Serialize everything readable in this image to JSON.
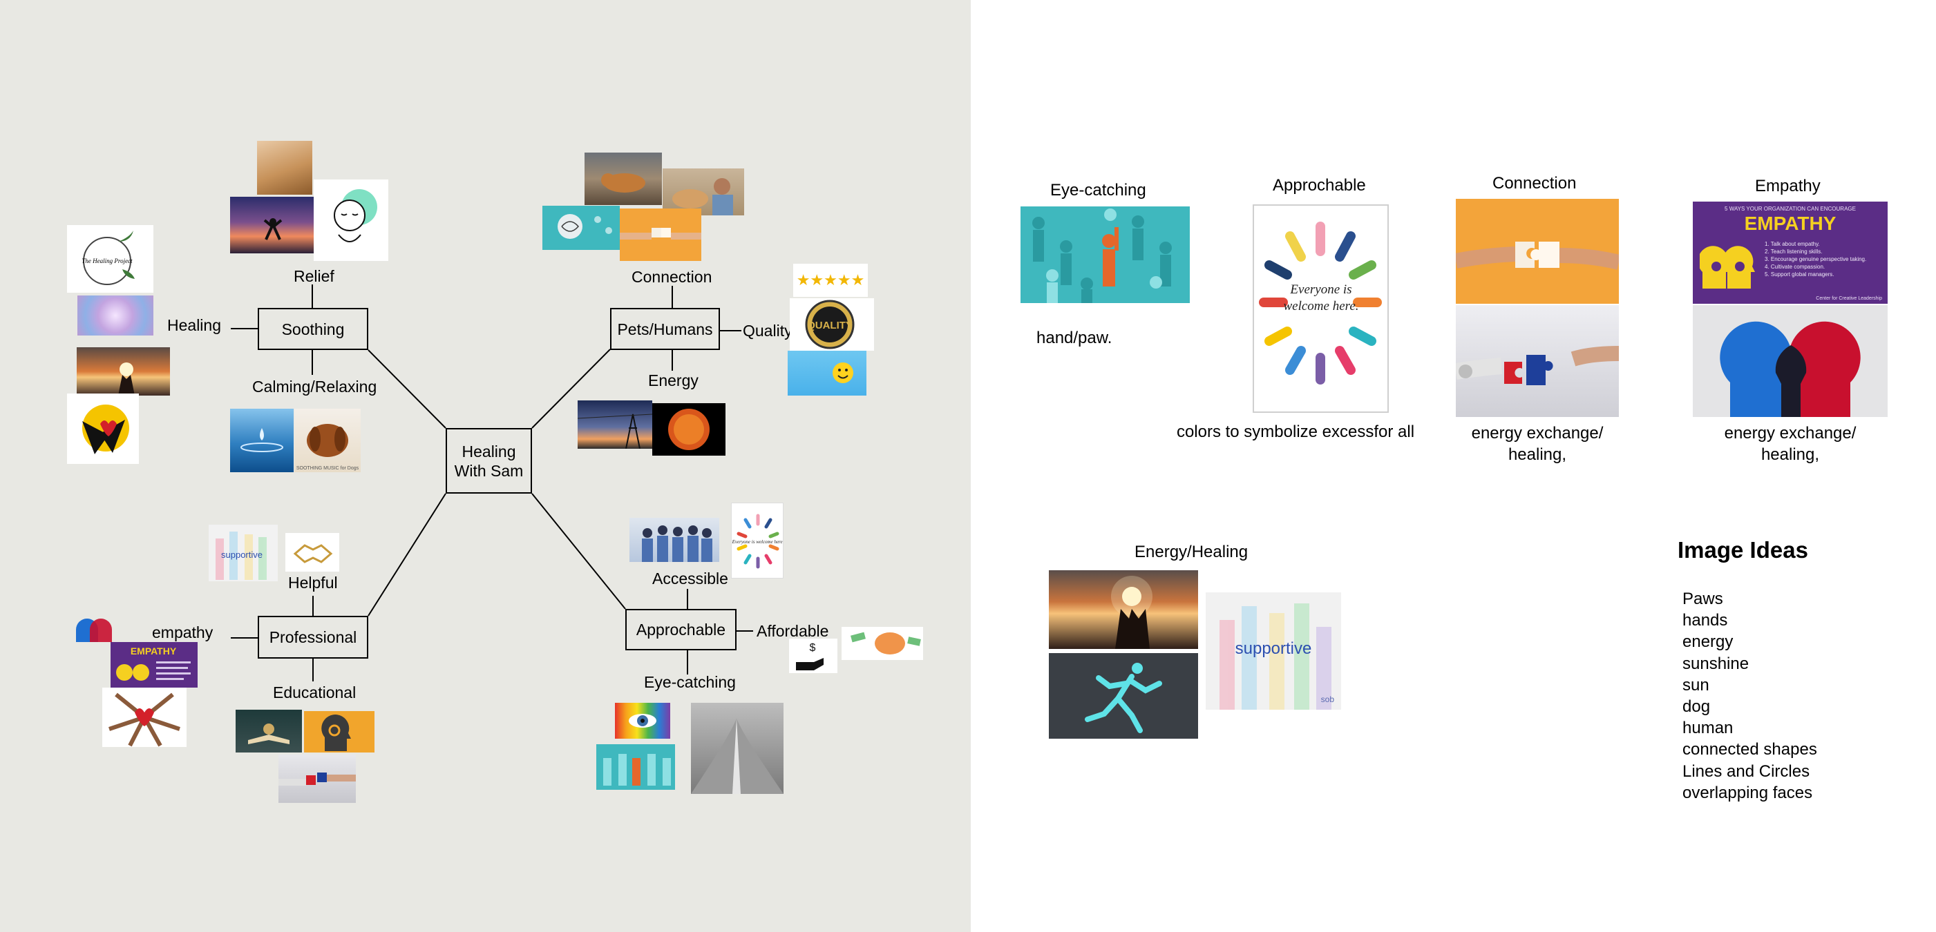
{
  "diagram": {
    "center": "Healing\nWith Sam",
    "branches": {
      "soothing": {
        "label": "Soothing",
        "sublabels": {
          "top": "Relief",
          "left": "Healing",
          "bottom": "Calming/Relaxing"
        }
      },
      "pets": {
        "label": "Pets/Humans",
        "sublabels": {
          "top": "Connection",
          "right": "Quality",
          "bottom": "Energy"
        }
      },
      "professional": {
        "label": "Professional",
        "sublabels": {
          "top": "Helpful",
          "left": "empathy",
          "bottom": "Educational"
        }
      },
      "approchable": {
        "label": "Approchable",
        "sublabels": {
          "top": "Accessible",
          "right": "Affordable",
          "bottom": "Eye-catching"
        }
      }
    },
    "image_text": {
      "supportive": "supportive",
      "empathy_small": "EMPATHY",
      "quality_badge": "QUALITY",
      "soothing_caption": "SOOTHING MUSIC for Dogs",
      "dollar": "$",
      "logo_script": "The Healing Project",
      "everyone_small": "Everyone is welcome here."
    }
  },
  "references": {
    "eye_catching": {
      "title": "Eye-catching",
      "caption": "hand/paw."
    },
    "approchable": {
      "title": "Approchable",
      "caption": "colors to symbolize excessfor all",
      "poster_text": "Everyone is welcome here."
    },
    "connection": {
      "title": "Connection",
      "caption": "energy exchange/\nhealing,"
    },
    "empathy": {
      "title": "Empathy",
      "caption": "energy exchange/\nhealing,",
      "poster_kicker": "5 WAYS YOUR ORGANIZATION CAN ENCOURAGE",
      "poster_title": "EMPATHY",
      "poster_items": [
        "1. Talk about empathy.",
        "2. Teach listening skills.",
        "3. Encourage genuine perspective taking.",
        "4. Cultivate compassion.",
        "5. Support global managers."
      ],
      "poster_footer": "Center for Creative Leadership"
    },
    "energy_healing": {
      "title": "Energy/Healing",
      "supportive_text": "supportive",
      "sob": "sob"
    }
  },
  "image_ideas": {
    "title": "Image Ideas",
    "items": [
      "Paws",
      "hands",
      "energy",
      "sunshine",
      "sun",
      "dog",
      "human",
      "connected shapes",
      "Lines and Circles",
      "overlapping faces"
    ]
  },
  "colors": {
    "canvas_left": "#e8e8e3",
    "canvas_right": "#ffffff",
    "teal": "#3fb8be",
    "orange_ring": "#f2a73b",
    "empathy_purple": "#5b2d86",
    "empathy_yellow": "#f5d020"
  }
}
